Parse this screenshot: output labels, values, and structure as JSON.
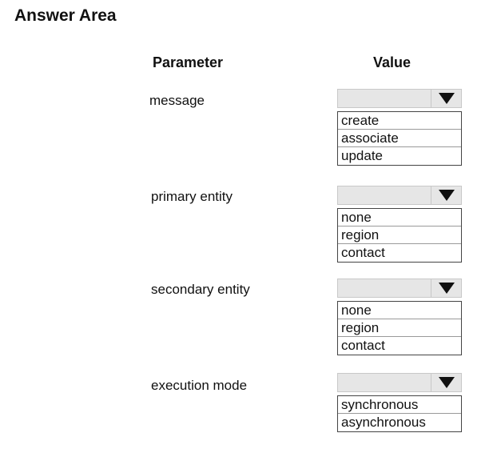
{
  "answer_area": {
    "title": "Answer Area"
  },
  "columns": {
    "parameter": "Parameter",
    "value": "Value"
  },
  "parameters": [
    {
      "label": "message",
      "options": [
        "create",
        "associate",
        "update"
      ]
    },
    {
      "label": "primary entity",
      "options": [
        "none",
        "region",
        "contact"
      ]
    },
    {
      "label": "secondary entity",
      "options": [
        "none",
        "region",
        "contact"
      ]
    },
    {
      "label": "execution mode",
      "options": [
        "synchronous",
        "asynchronous"
      ]
    }
  ]
}
